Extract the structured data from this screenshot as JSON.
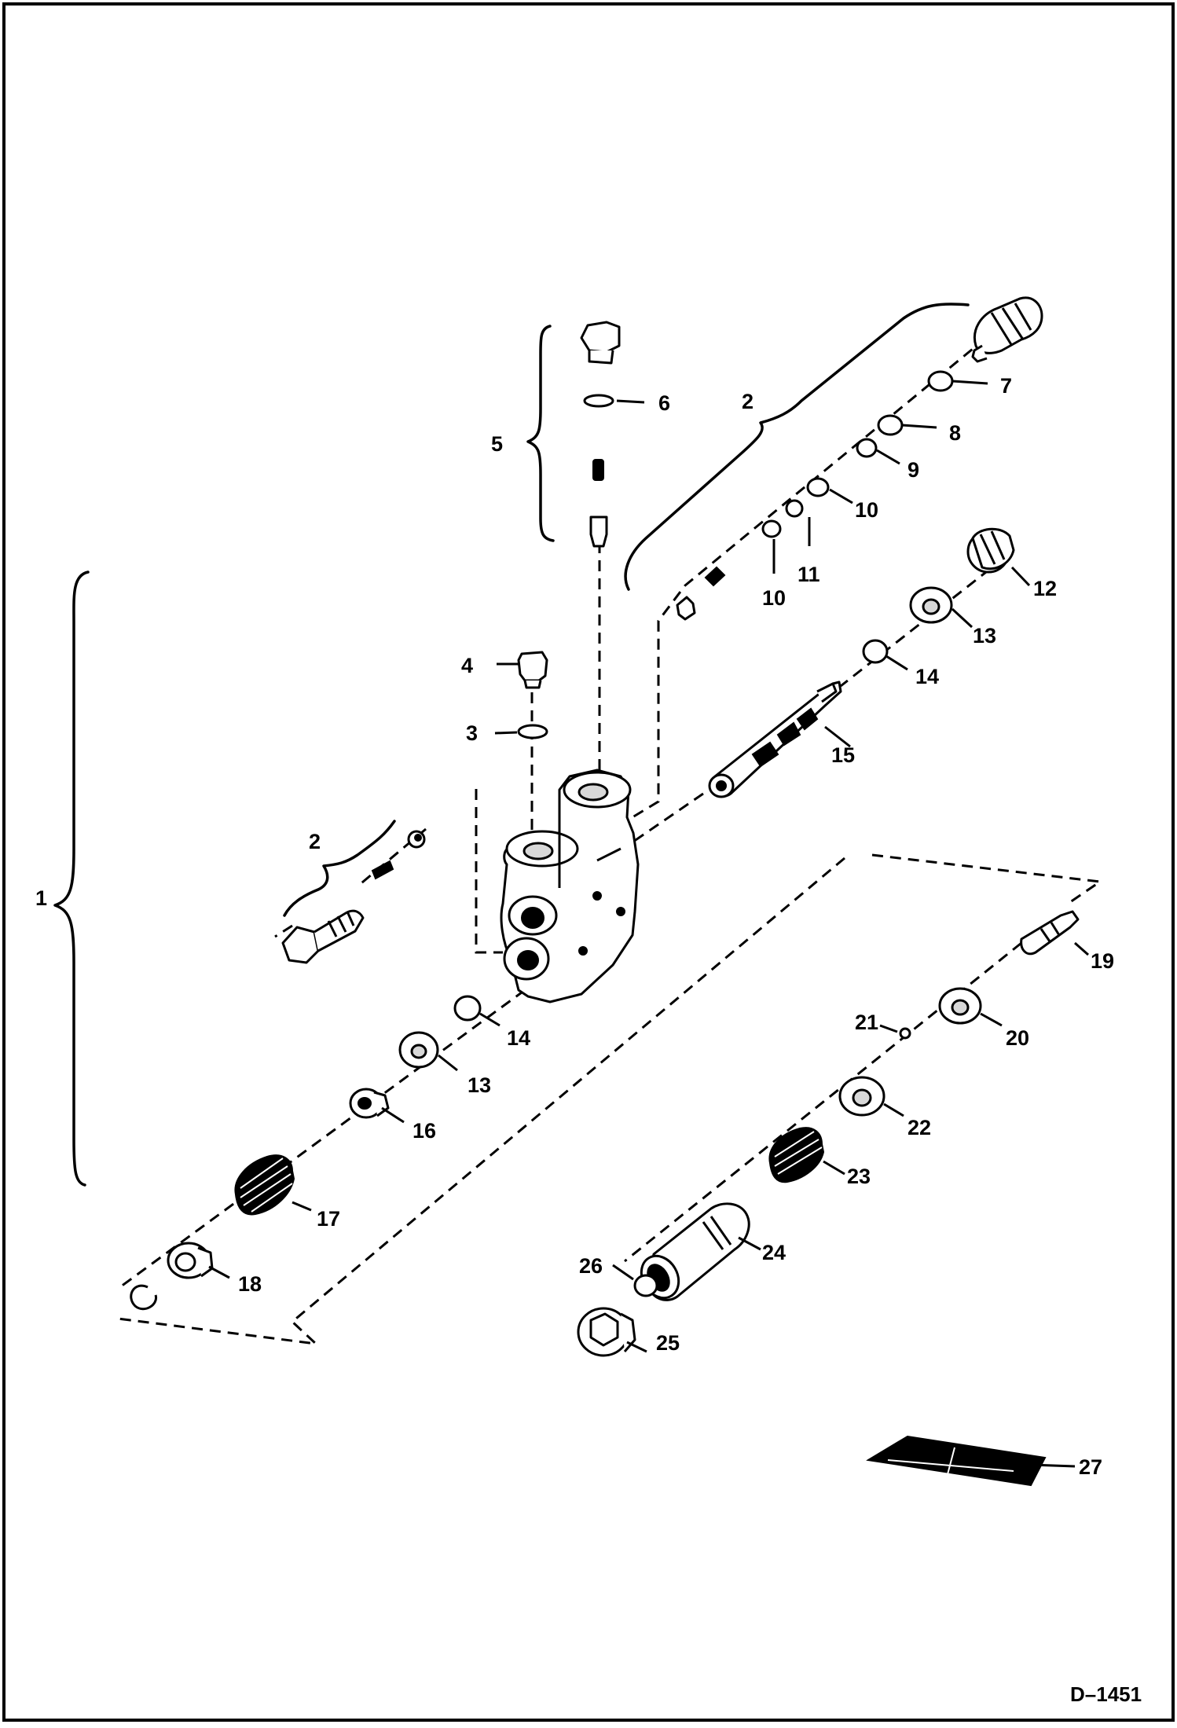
{
  "diagram_id": "D–1451",
  "callouts": {
    "c1": "1",
    "c2a": "2",
    "c2b": "2",
    "c3": "3",
    "c4": "4",
    "c5": "5",
    "c6": "6",
    "c7": "7",
    "c8": "8",
    "c9": "9",
    "c10a": "10",
    "c10b": "10",
    "c11": "11",
    "c12": "12",
    "c13a": "13",
    "c13b": "13",
    "c14a": "14",
    "c14b": "14",
    "c15": "15",
    "c16": "16",
    "c17": "17",
    "c18": "18",
    "c19": "19",
    "c20": "20",
    "c21": "21",
    "c22": "22",
    "c23": "23",
    "c24": "24",
    "c25": "25",
    "c26": "26",
    "c27": "27"
  },
  "colors": {
    "line": "#000000",
    "background": "#ffffff",
    "shade": "#d8d8d8"
  }
}
